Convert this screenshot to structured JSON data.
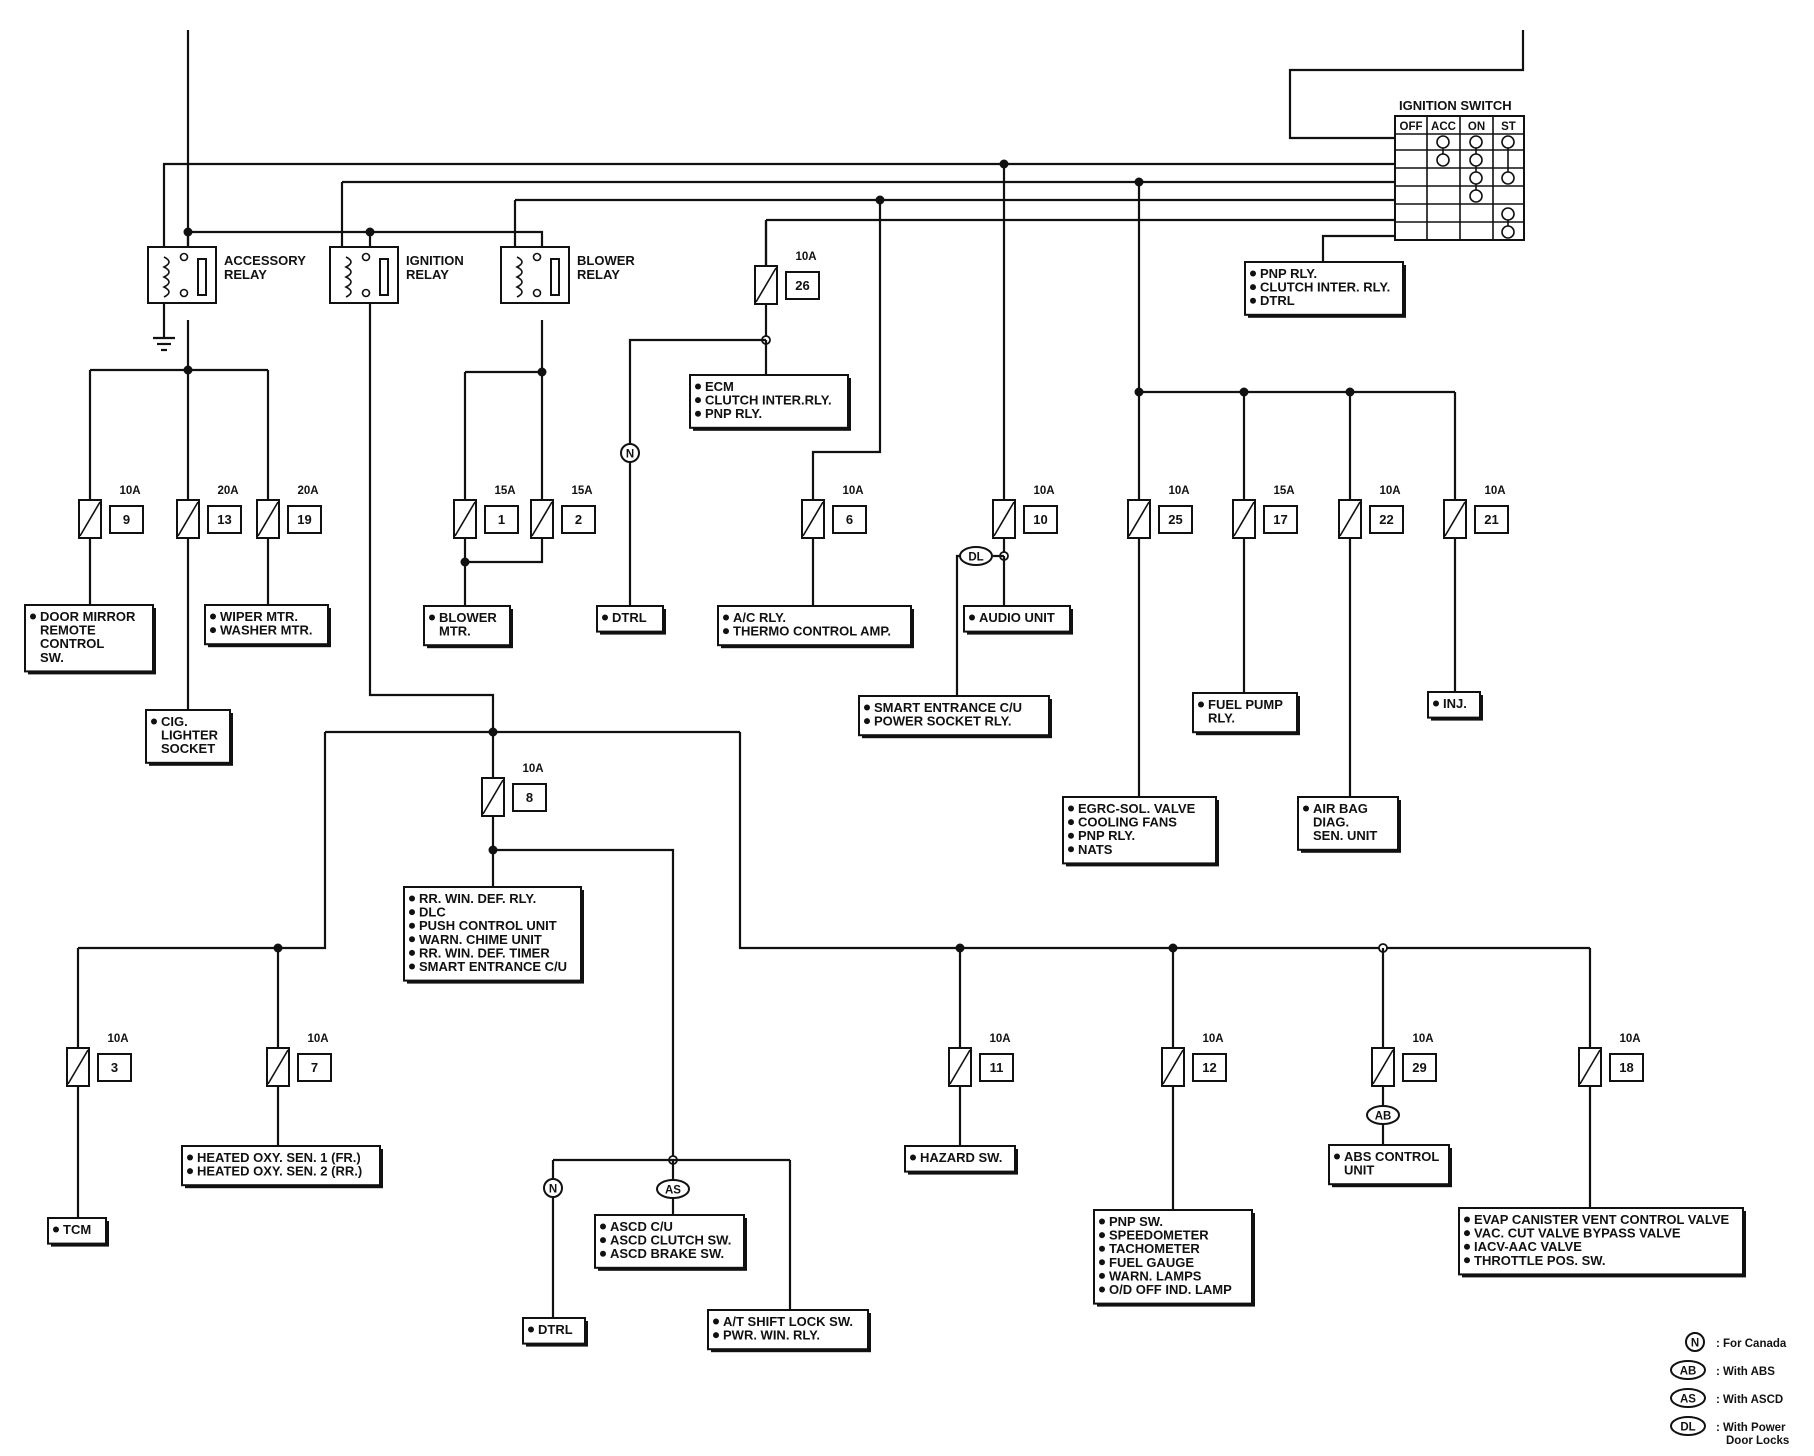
{
  "ignition_switch": {
    "title": "IGNITION SWITCH",
    "positions": [
      "OFF",
      "ACC",
      "ON",
      "ST"
    ]
  },
  "relays": {
    "accessory": [
      "ACCESSORY",
      "RELAY"
    ],
    "ignition": [
      "IGNITION",
      "RELAY"
    ],
    "blower": [
      "BLOWER",
      "RELAY"
    ]
  },
  "fuses": [
    {
      "id": "f9",
      "amp": "10A",
      "num": "9"
    },
    {
      "id": "f13",
      "amp": "20A",
      "num": "13"
    },
    {
      "id": "f19",
      "amp": "20A",
      "num": "19"
    },
    {
      "id": "f1",
      "amp": "15A",
      "num": "1"
    },
    {
      "id": "f2",
      "amp": "15A",
      "num": "2"
    },
    {
      "id": "f26",
      "amp": "10A",
      "num": "26"
    },
    {
      "id": "f6",
      "amp": "10A",
      "num": "6"
    },
    {
      "id": "f10",
      "amp": "10A",
      "num": "10"
    },
    {
      "id": "f25",
      "amp": "10A",
      "num": "25"
    },
    {
      "id": "f17",
      "amp": "15A",
      "num": "17"
    },
    {
      "id": "f22",
      "amp": "10A",
      "num": "22"
    },
    {
      "id": "f21",
      "amp": "10A",
      "num": "21"
    },
    {
      "id": "f8",
      "amp": "10A",
      "num": "8"
    },
    {
      "id": "f3",
      "amp": "10A",
      "num": "3"
    },
    {
      "id": "f7",
      "amp": "10A",
      "num": "7"
    },
    {
      "id": "f11",
      "amp": "10A",
      "num": "11"
    },
    {
      "id": "f12",
      "amp": "10A",
      "num": "12"
    },
    {
      "id": "f29",
      "amp": "10A",
      "num": "29"
    },
    {
      "id": "f18",
      "amp": "10A",
      "num": "18"
    }
  ],
  "loads": [
    {
      "id": "ign_sw",
      "lines": [
        "PNP RLY.",
        "CLUTCH INTER. RLY.",
        "DTRL"
      ]
    },
    {
      "id": "f26",
      "lines": [
        "ECM",
        "CLUTCH INTER.RLY.",
        "PNP RLY."
      ]
    },
    {
      "id": "f9",
      "lines": [
        "DOOR MIRROR",
        "REMOTE",
        "CONTROL",
        "SW."
      ]
    },
    {
      "id": "f13",
      "lines": [
        "CIG.",
        "LIGHTER",
        "SOCKET"
      ]
    },
    {
      "id": "f19",
      "lines": [
        "WIPER MTR.",
        "WASHER MTR."
      ]
    },
    {
      "id": "blower",
      "lines": [
        "BLOWER",
        "MTR."
      ]
    },
    {
      "id": "dtrl_n",
      "lines": [
        "DTRL"
      ]
    },
    {
      "id": "f6",
      "lines": [
        "A/C RLY.",
        "THERMO CONTROL AMP."
      ]
    },
    {
      "id": "f10",
      "lines": [
        "AUDIO UNIT"
      ]
    },
    {
      "id": "f10_dl",
      "lines": [
        "SMART ENTRANCE C/U",
        "POWER SOCKET RLY."
      ]
    },
    {
      "id": "f25",
      "lines": [
        "EGRC-SOL. VALVE",
        "COOLING FANS",
        "PNP RLY.",
        "NATS"
      ]
    },
    {
      "id": "f17",
      "lines": [
        "FUEL PUMP",
        "RLY."
      ]
    },
    {
      "id": "f22",
      "lines": [
        "AIR BAG",
        "DIAG.",
        "SEN. UNIT"
      ]
    },
    {
      "id": "f21",
      "lines": [
        "INJ."
      ]
    },
    {
      "id": "f8",
      "lines": [
        "RR. WIN. DEF. RLY.",
        "DLC",
        "PUSH CONTROL UNIT",
        "WARN. CHIME UNIT",
        "RR. WIN. DEF. TIMER",
        "SMART ENTRANCE C/U"
      ]
    },
    {
      "id": "f3",
      "lines": [
        "TCM"
      ]
    },
    {
      "id": "f7",
      "lines": [
        "HEATED OXY. SEN. 1 (FR.)",
        "HEATED OXY. SEN. 2 (RR.)"
      ]
    },
    {
      "id": "f8_as",
      "lines": [
        "ASCD C/U",
        "ASCD CLUTCH SW.",
        "ASCD BRAKE SW."
      ]
    },
    {
      "id": "f8_n",
      "lines": [
        "DTRL"
      ]
    },
    {
      "id": "f8_a",
      "lines": [
        "A/T SHIFT LOCK SW.",
        "PWR. WIN. RLY."
      ]
    },
    {
      "id": "f11",
      "lines": [
        "HAZARD SW."
      ]
    },
    {
      "id": "f12",
      "lines": [
        "PNP SW.",
        "SPEEDOMETER",
        "TACHOMETER",
        "FUEL GAUGE",
        "WARN. LAMPS",
        "O/D OFF IND. LAMP"
      ]
    },
    {
      "id": "f29",
      "lines": [
        "ABS CONTROL",
        "UNIT"
      ]
    },
    {
      "id": "f18",
      "lines": [
        "EVAP CANISTER VENT CONTROL VALVE",
        "VAC. CUT VALVE BYPASS VALVE",
        "IACV-AAC VALVE",
        "THROTTLE POS. SW."
      ]
    }
  ],
  "option_tags": {
    "n": "N",
    "ab": "AB",
    "as": "AS",
    "dl": "DL"
  },
  "legend": [
    {
      "tag": "N",
      "text": [
        ": For Canada"
      ]
    },
    {
      "tag": "AB",
      "text": [
        ": With ABS"
      ]
    },
    {
      "tag": "AS",
      "text": [
        ": With ASCD"
      ]
    },
    {
      "tag": "DL",
      "text": [
        ": With Power",
        "Door Locks"
      ]
    }
  ]
}
